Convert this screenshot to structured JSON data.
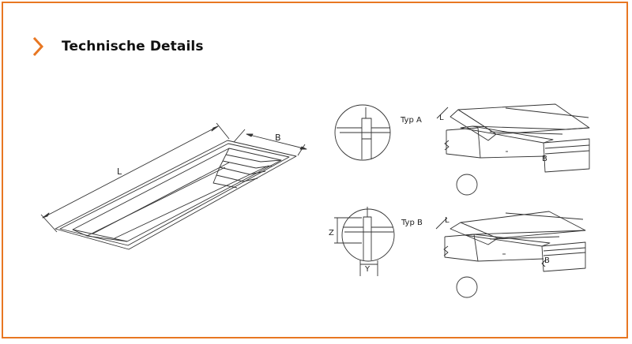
{
  "header": {
    "title": "Technische Details",
    "accent_color": "#e87722",
    "icon": "chevron-right-icon"
  },
  "diagram": {
    "pool": {
      "length_label": "L",
      "width_label": "B"
    },
    "type_a": {
      "label": "Typ A",
      "length_label": "L",
      "width_label": "B"
    },
    "type_b": {
      "label": "Typ B",
      "length_label": "L",
      "width_label": "B",
      "height_label": "Z",
      "offset_label": "Y"
    }
  }
}
